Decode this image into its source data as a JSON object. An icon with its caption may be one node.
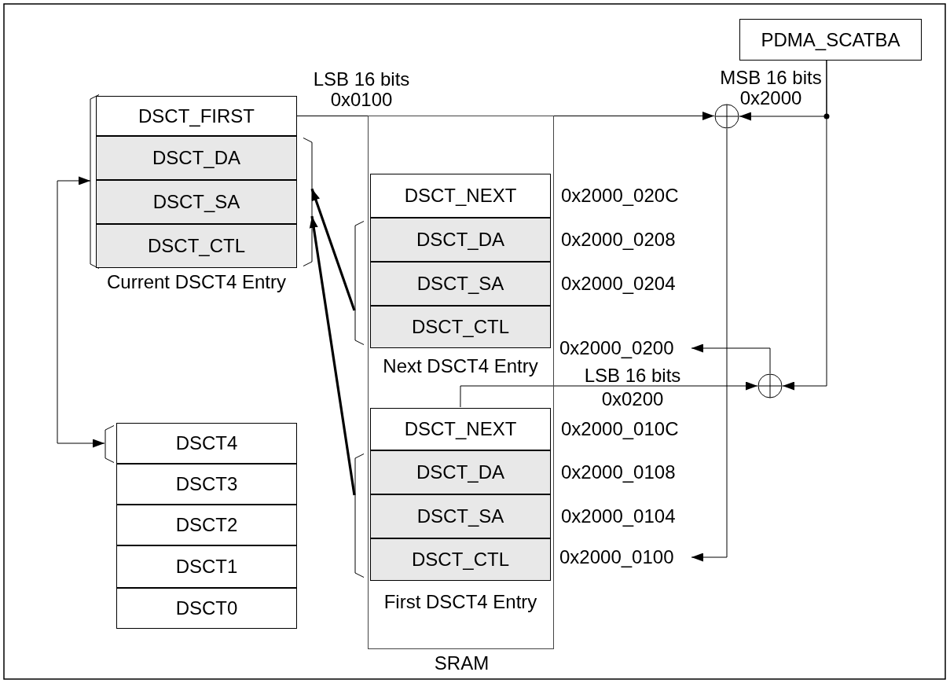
{
  "diagram": {
    "nodes": [
      {
        "text": [
          "PDMA_SCATBA"
        ]
      },
      {
        "text": [
          "Current DSCT4 Entry"
        ]
      },
      {
        "text": [
          "DSCT_FIRST"
        ],
        "in": 1
      },
      {
        "text": [],
        "shape": "bracket",
        "in": 1
      },
      {
        "text": [
          "DSCT_DA"
        ],
        "in": 3
      },
      {
        "text": [
          "DSCT_SA"
        ],
        "in": 3
      },
      {
        "text": [
          "DSCT_CTL"
        ],
        "in": 3
      },
      {
        "text": [],
        "shape": "circle"
      },
      {
        "text": [],
        "shape": "circle"
      },
      {
        "text": [
          "SRAM"
        ]
      },
      {
        "text": [
          "Next DSCT4 Entry"
        ],
        "in": 9
      },
      {
        "text": [
          "DSCT_NEXT"
        ],
        "in": 10,
        "beside": [
          "0x2000_020C"
        ]
      },
      {
        "text": [],
        "shape": "bracket",
        "in": 10
      },
      {
        "text": [
          "DSCT_DA"
        ],
        "in": 12,
        "beside": [
          "0x2000_0208"
        ]
      },
      {
        "text": [
          "DSCT_SA"
        ],
        "in": 12,
        "beside": [
          "0x2000_0204"
        ]
      },
      {
        "text": [
          "DSCT_CTL"
        ],
        "in": 12
      },
      {
        "text": [
          "First DSCT4 Entry"
        ],
        "in": 9
      },
      {
        "text": [
          "DSCT_NEXT"
        ],
        "in": 16,
        "beside": [
          "0x2000_010C"
        ]
      },
      {
        "text": [],
        "shape": "bracket",
        "in": 16
      },
      {
        "text": [
          "DSCT_DA"
        ],
        "in": 18,
        "beside": [
          "0x2000_0108"
        ]
      },
      {
        "text": [
          "DSCT_SA"
        ],
        "in": 18,
        "beside": [
          "0x2000_0104"
        ]
      },
      {
        "text": [
          "DSCT_CTL"
        ],
        "in": 18
      },
      {
        "text": [
          "DSCT4"
        ]
      },
      {
        "text": [
          "DSCT3"
        ]
      },
      {
        "text": [
          "DSCT2"
        ]
      },
      {
        "text": [
          "DSCT1"
        ]
      },
      {
        "text": [
          "DSCT0"
        ]
      },
      {
        "text": [
          "0x2000_0200"
        ]
      },
      {
        "text": [
          "0x2000_0100"
        ]
      }
    ],
    "edges": [
      {
        "from": 2,
        "to": 7,
        "arrow": "to",
        "label": "LSB 16 bits 0x0100"
      },
      {
        "from": 0,
        "to": 7,
        "arrow": "to",
        "label": "MSB 16 bits 0x2000"
      },
      {
        "from": 0,
        "to": 8,
        "arrow": "to"
      },
      {
        "from": 17,
        "to": 8,
        "arrow": "to",
        "label": "LSB 16 bits 0x0200"
      },
      {
        "from": 8,
        "to": 27,
        "arrow": "to"
      },
      {
        "from": 7,
        "to": 28,
        "arrow": "to"
      },
      {
        "from": 12,
        "to": 3,
        "arrow": "to",
        "style": "thick"
      },
      {
        "from": 18,
        "to": 3,
        "arrow": "to",
        "style": "thick"
      },
      {
        "from": 22,
        "to": 1,
        "arrow": "both"
      }
    ]
  }
}
